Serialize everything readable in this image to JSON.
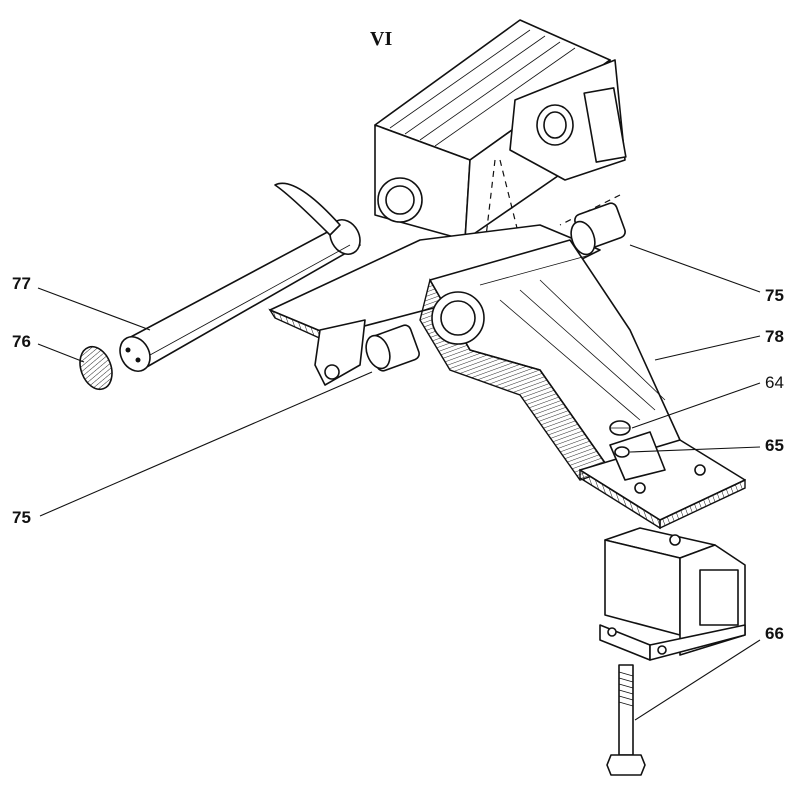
{
  "figure": {
    "title": "VI",
    "callouts": {
      "c77": "77",
      "c76": "76",
      "c75_right": "75",
      "c78": "78",
      "c64": "64",
      "c65": "65",
      "c75_left": "75",
      "c66": "66"
    }
  }
}
